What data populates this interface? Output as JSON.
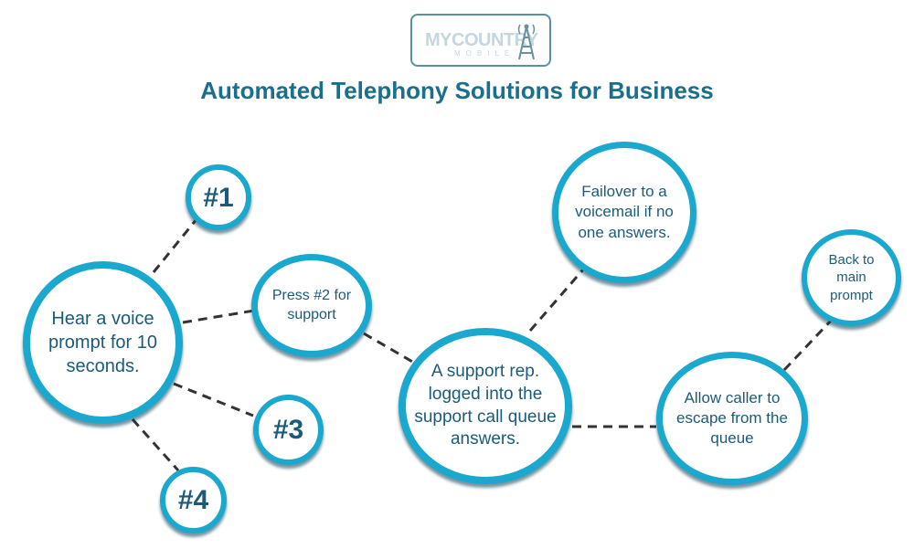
{
  "logo": {
    "word": "MYCOUNTRY",
    "sub": "MOBILE"
  },
  "title": "Automated Telephony Solutions for Business",
  "nodes": {
    "hear": "Hear a voice prompt for 10 seconds.",
    "option1": "#1",
    "press2": "Press #2 for support",
    "option3": "#3",
    "option4": "#4",
    "support_rep": "A support rep. logged into the support call queue answers.",
    "failover": "Failover to a voicemail if no one answers.",
    "allow_escape": "Allow caller to escape from the queue",
    "back": "Back to main prompt"
  },
  "colors": {
    "title": "#1b6e8c",
    "node_border": "#1aa8cf",
    "node_text": "#1b5b78",
    "connector": "#333333"
  }
}
